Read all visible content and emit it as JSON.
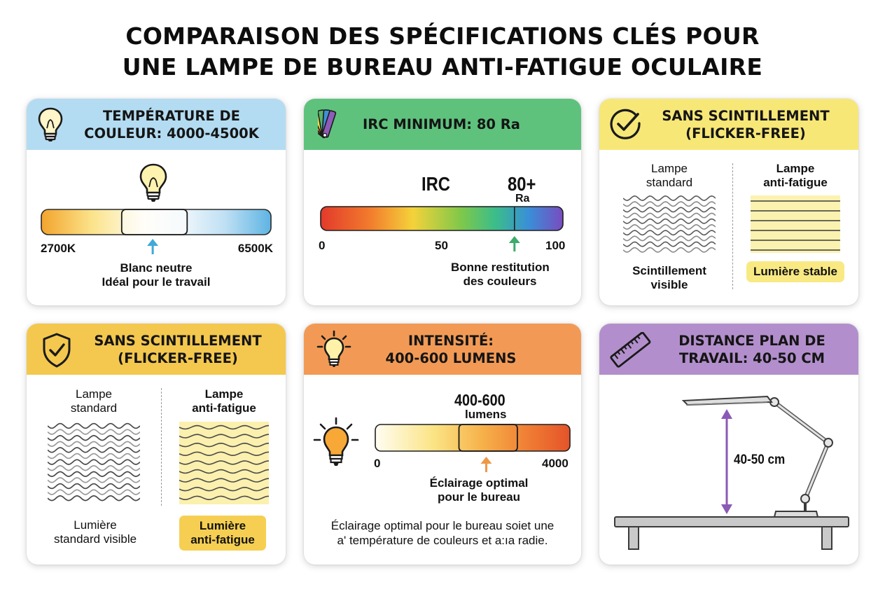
{
  "title": {
    "line1": "COMPARAISON DES SPÉCIFICATIONS CLÉS POUR",
    "line2": "UNE LAMPE DE BUREAU ANTI-FATIGUE OCULAIRE"
  },
  "colors": {
    "blue_header": "#b3dcf2",
    "green_header": "#5ec27d",
    "yellow_header": "#f7e777",
    "gold_header": "#f4c84e",
    "orange_header": "#f29a55",
    "purple_header": "#b28fcc",
    "accent_blue": "#3fa9d9",
    "accent_green": "#3dab6b",
    "accent_purple": "#8b5ab5",
    "accent_orange": "#ee9845"
  },
  "card_temperature": {
    "icon": "lightbulb-icon",
    "header_line1": "TEMPÉRATURE DE",
    "header_line2": "COULEUR: 4000-4500K",
    "min_label": "2700K",
    "max_label": "6500K",
    "range_start_fraction": 0.35,
    "range_end_fraction": 0.635,
    "marker_fraction": 0.485,
    "caption_line1": "Blanc neutre",
    "caption_line2": "Idéal pour le travail"
  },
  "card_irc": {
    "icon": "color-swatch-icon",
    "header": "IRC MINIMUM: 80 Ra",
    "label": "IRC",
    "value_label": "80+",
    "value_unit": "Ra",
    "scale_min": "0",
    "scale_mid": "50",
    "scale_max": "100",
    "threshold": 80,
    "caption_line1": "Bonne restitution",
    "caption_line2": "des couleurs"
  },
  "card_flicker_a": {
    "icon": "checkmark-circle-icon",
    "header_line1": "SANS SCINTILLEMENT",
    "header_line2": "(FLICKER-FREE)",
    "left_title_line1": "Lampe",
    "left_title_line2": "standard",
    "right_title_line1": "Lampe",
    "right_title_line2": "anti-fatigue",
    "left_caption_line1": "Scintillement",
    "left_caption_line2": "visible",
    "right_caption": "Lumière stable"
  },
  "card_flicker_b": {
    "icon": "shield-check-icon",
    "header_line1": "SANS SCINTILLEMENT",
    "header_line2": "(FLICKER-FREE)",
    "left_title_line1": "Lampe",
    "left_title_line2": "standard",
    "right_title_line1": "Lampe",
    "right_title_line2": "anti-fatigue",
    "left_caption_line1": "Lumière",
    "left_caption_line2": "standard visible",
    "right_caption_line1": "Lumière",
    "right_caption_line2": "anti-fatigue"
  },
  "card_intensity": {
    "icon": "bright-bulb-icon",
    "header_line1": "INTENSITÉ:",
    "header_line2": "400-600 LUMENS",
    "value_label": "400-600",
    "value_unit": "lumens",
    "scale_min": "0",
    "scale_max": "4000",
    "range_start_fraction": 0.43,
    "range_end_fraction": 0.73,
    "marker_fraction": 0.57,
    "caption_line1": "Éclairage optimal",
    "caption_line2": "pour le bureau",
    "footnote_line1": "Éclairage optimal pour le bureau soiet une",
    "footnote_line2": "a' température de couleurs et a:ıa radie."
  },
  "card_distance": {
    "icon": "ruler-icon",
    "header_line1": "DISTANCE PLAN DE",
    "header_line2": "TRAVAIL: 40-50 CM",
    "measure_label": "40-50 cm"
  }
}
